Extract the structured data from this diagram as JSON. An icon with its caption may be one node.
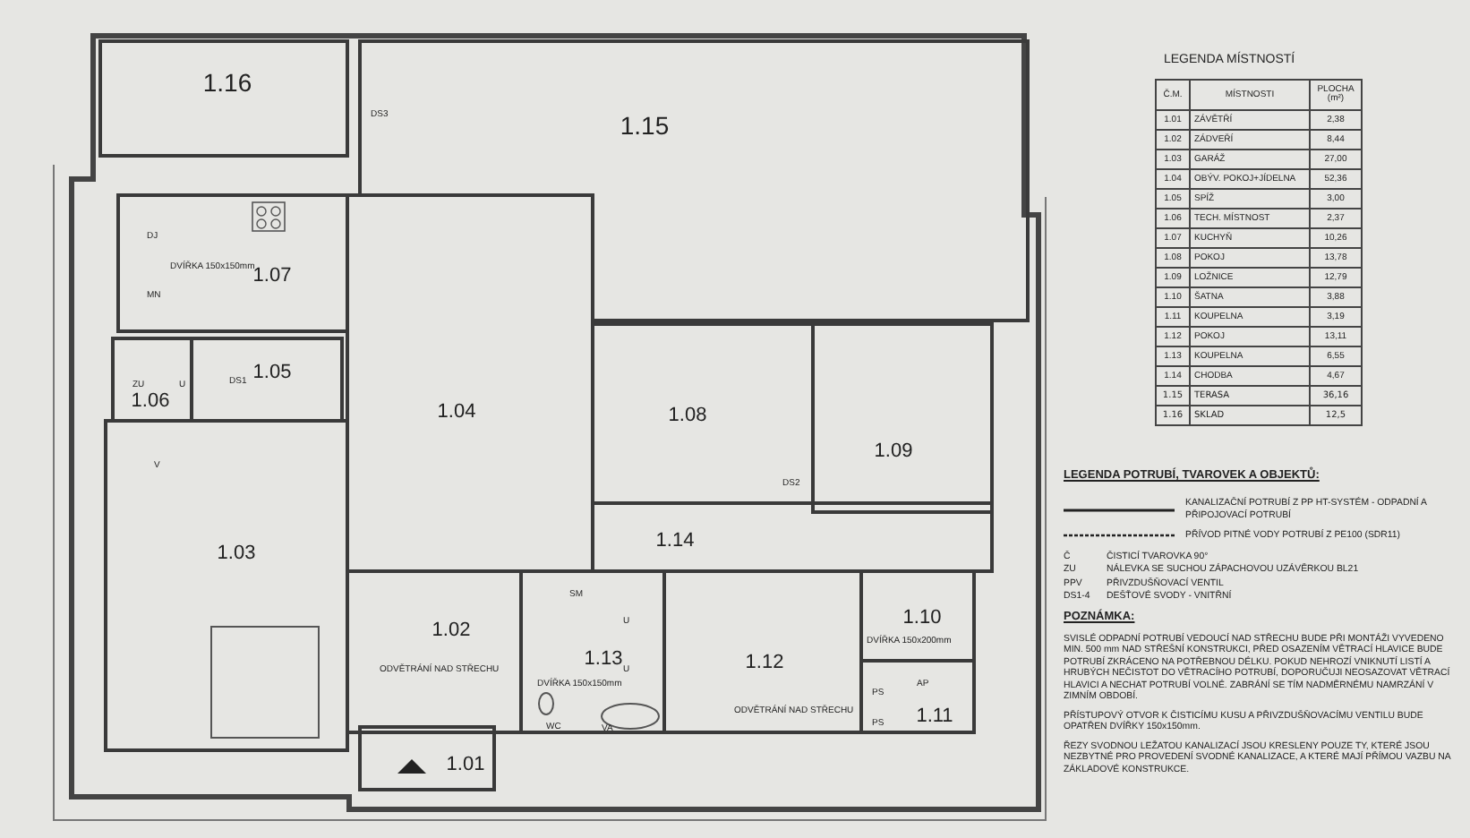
{
  "diagram": {
    "nodes": [
      {
        "text": [
          "1.16"
        ]
      },
      {
        "text": [
          "1.15"
        ]
      },
      {
        "text": [
          "1.07"
        ]
      },
      {
        "text": [
          "1.06"
        ]
      },
      {
        "text": [
          "1.05"
        ]
      },
      {
        "text": [
          "1.04"
        ]
      },
      {
        "text": [
          "1.08"
        ]
      },
      {
        "text": [
          "1.09"
        ]
      },
      {
        "text": [
          "1.03"
        ]
      },
      {
        "text": [
          "1.14"
        ]
      },
      {
        "text": [
          "1.02"
        ]
      },
      {
        "text": [
          "1.13"
        ]
      },
      {
        "text": [
          "1.12"
        ]
      },
      {
        "text": [
          "1.10"
        ]
      },
      {
        "text": [
          "1.11"
        ]
      },
      {
        "text": [
          "1.01"
        ]
      }
    ],
    "edges": [],
    "labels": [
      "DS3",
      "DJ",
      "MN",
      "DVÍŘKA 150x150mm",
      "ZU",
      "U",
      "DS1",
      "V",
      "DS2",
      "SM",
      "U",
      "ODVĚTRÁNÍ NAD STŘECHU",
      "U",
      "DVÍŘKA 150x150mm",
      "DVÍŘKA 150x200mm",
      "WC",
      "VA",
      "AP",
      "PS",
      "ODVĚTRÁNÍ NAD STŘECHU",
      "PS",
      "LEGENDA MÍSTNOSTÍ",
      "Č.M.",
      "MÍSTNOSTI",
      "PLOCHA (m²)",
      "1.01",
      "ZÁVĚTŘÍ",
      "2,38",
      "1.02",
      "ZÁDVEŘÍ",
      "8,44",
      "1.03",
      "GARÁŽ",
      "27,00",
      "1.04",
      "OBÝV. POKOJ+JÍDELNA",
      "52,36",
      "1.05",
      "SPÍŽ",
      "3,00",
      "1.06",
      "TECH. MÍSTNOST",
      "2,37",
      "1.07",
      "KUCHYŇ",
      "10,26",
      "1.08",
      "POKOJ",
      "13,78",
      "1.09",
      "LOŽNICE",
      "12,79",
      "1.10",
      "ŠATNA",
      "3,88",
      "1.11",
      "KOUPELNA",
      "3,19",
      "1.12",
      "POKOJ",
      "13,11",
      "1.13",
      "KOUPELNA",
      "6,55",
      "1.14",
      "CHODBA",
      "4,67",
      "1.15",
      "TERASA",
      "36,16",
      "1.16",
      "SKLAD",
      "12,5",
      "LEGENDA POTRUBÍ, TVAROVEK A OBJEKTŮ:",
      "Č",
      "ČISTICÍ TVAROVKA 90°",
      "ZU",
      "NÁLEVKA SE SUCHOU ZÁPACHOVOU UZÁVĚRKOU BL21",
      "PPV",
      "PŘIVZDUŠŇOVACÍ VENTIL",
      "DS1-4",
      "DEŠŤOVÉ SVODY - VNITŘNÍ",
      "POZNÁMKA:",
      "SVISLÉ ODPADNÍ POTRUBÍ VEDOUCÍ NAD STŘECHU BUDE PŘI MONTÁŽI VYVEDENO MIN. 500 mm NAD STŘEŠNÍ KONSTRUKCI, PŘED OSAZENÍM VĚTRACÍ HLAVICE BUDE POTRUBÍ ZKRÁCENO NA POTŘEBNOU DÉLKU. POKUD NEHROZÍ VNIKNUTÍ LISTÍ A HRUBÝCH NEČISTOT DO VĚTRACÍHO POTRUBÍ, DOPORUČUJI NEOSAZOVAT VĚTRACÍ HLAVICI A NECHAT POTRUBÍ VOLNÉ. ZABRÁNÍ SE TÍM NADMĚRNÉMU NAMRZÁNÍ V ZIMNÍM OBDOBÍ.",
      "PŘÍSTUPOVÝ OTVOR K ČISTICÍMU KUSU A PŘIVZDUŠŇOVACÍMU VENTILU BUDE OPATŘEN DVÍŘKY 150x150mm.",
      "ŘEZY SVODNOU LEŽATOU KANALIZACÍ JSOU KRESLENY POUZE TY, KTERÉ JSOU NEZBYTNÉ PRO PROVEDENÍ SVODNÉ KANALIZACE, A KTERÉ MAJÍ PŘÍMOU VAZBU NA ZÁKLADOVÉ KONSTRUKCE."
    ],
    "legend": [
      {
        "text": "KANALIZAČNÍ POTRUBÍ Z PP HT-SYSTÉM - ODPADNÍ A PŘIPOJOVACÍ POTRUBÍ"
      },
      {
        "text": "PŘÍVOD PITNÉ VODY POTRUBÍ Z PE100 (SDR11)"
      }
    ]
  }
}
